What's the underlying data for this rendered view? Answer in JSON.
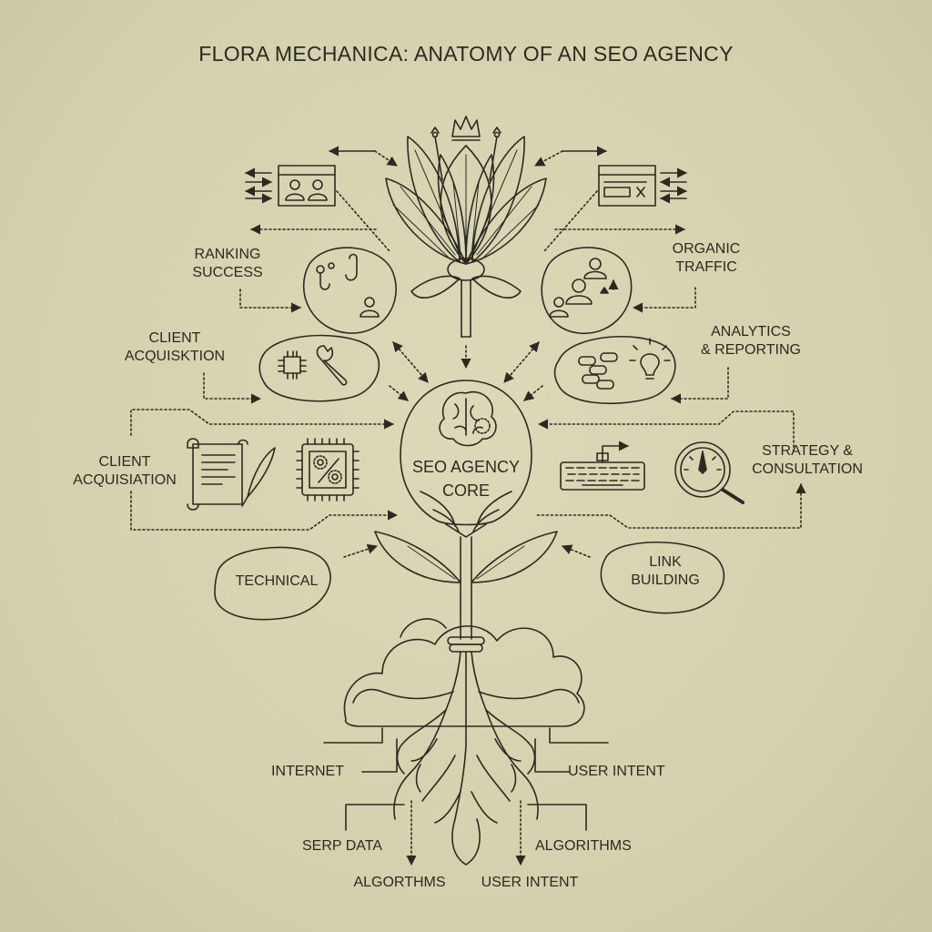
{
  "title": "FLORA MECHANICA: ANATOMY OF AN SEO AGENCY",
  "core": {
    "line1": "SEO AGENCY",
    "line2": "CORE"
  },
  "labels": {
    "ranking_success": {
      "line1": "RANKING",
      "line2": "SUCCESS"
    },
    "organic_traffic": {
      "line1": "ORGANIC",
      "line2": "TRAFFIC"
    },
    "client_acquisition_upper": {
      "line1": "CLIENT",
      "line2": "ACQUISKTION"
    },
    "analytics_reporting": {
      "line1": "ANALYTICS",
      "line2": "& REPORTING"
    },
    "client_acquisition_lower": {
      "line1": "CLIENT",
      "line2": "ACQUISIATION"
    },
    "strategy_consultation": {
      "line1": "STRATEGY &",
      "line2": "CONSULTATION"
    },
    "technical": "TECHNICAL",
    "link_building": {
      "line1": "LINK",
      "line2": "BUILDING"
    },
    "internet": "INTERNET",
    "user_intent_right": "USER INTENT",
    "serp_data": "SERP DATA",
    "algorithms_right": "ALGORITHMS",
    "algorithms_bottom": "ALGORTHMS",
    "user_intent_bottom": "USER INTENT"
  },
  "colors": {
    "ink": "#2b2a22",
    "paper": "#d8d5b3"
  }
}
